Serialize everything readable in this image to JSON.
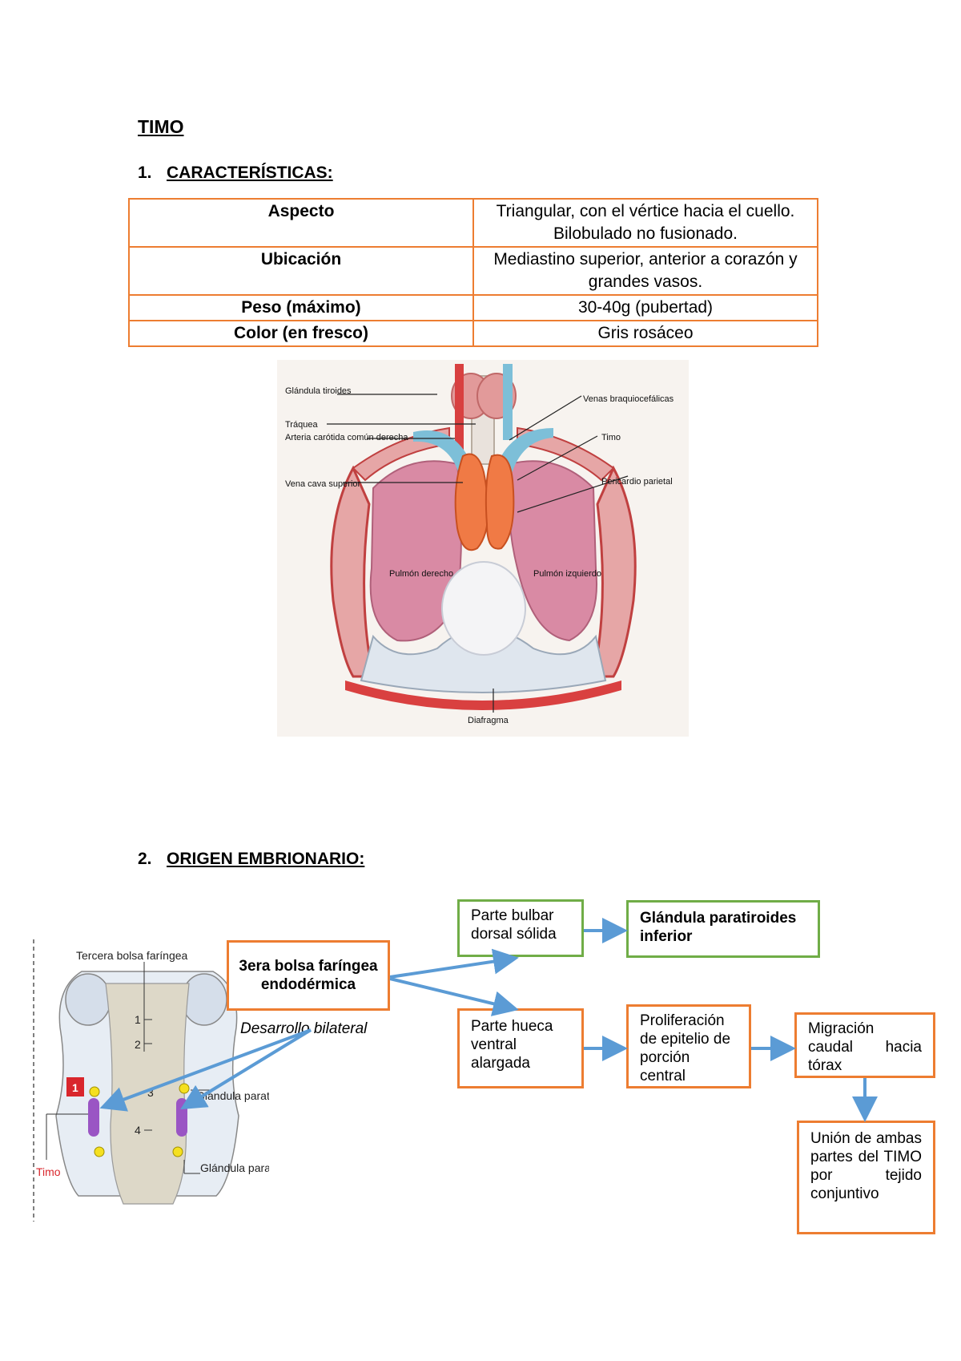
{
  "title": "TIMO",
  "section1": {
    "number": "1.",
    "label": "CARACTERÍSTICAS:"
  },
  "table": {
    "rows": [
      {
        "key": "Aspecto",
        "value": "Triangular, con el vértice hacia el cuello. Bilobulado no fusionado."
      },
      {
        "key": "Ubicación",
        "value": "Mediastino superior, anterior a corazón y grandes vasos."
      },
      {
        "key": "Peso (máximo)",
        "value": "30-40g (pubertad)"
      },
      {
        "key": "Color (en fresco)",
        "value": "Gris rosáceo"
      }
    ]
  },
  "figure1": {
    "labels": {
      "glandula_tiroides": "Glándula tiroides",
      "traquea": "Tráquea",
      "arteria_carotida": "Arteria carótida común derecha",
      "vena_cava": "Vena cava superior",
      "venas_braquio": "Venas braquiocefálicas",
      "timo": "Timo",
      "pericardio": "Pericardio parietal",
      "pulmon_derecho": "Pulmón derecho",
      "pulmon_izquierdo": "Pulmón izquierdo",
      "diafragma": "Diafragma"
    }
  },
  "section2": {
    "number": "2.",
    "label": "ORIGEN EMBRIONARIO:"
  },
  "figure2": {
    "labels": {
      "tercera_bolsa": "Tercera bolsa faríngea",
      "n1": "1",
      "n2": "2",
      "n3": "3",
      "n4": "4",
      "badge": "1",
      "timo": "Timo",
      "para_superior": "Glándula paratiroides superior",
      "para_inferior": "Glándula paratiroides inferior"
    }
  },
  "flow": {
    "origin": "3era bolsa faríngea endodérmica",
    "note": "Desarrollo bilateral",
    "dorsal": "Parte bulbar dorsal sólida",
    "paratiroides": "Glándula paratiroides inferior",
    "ventral": "Parte hueca ventral alargada",
    "proliferacion": "Proliferación de epitelio de porción central",
    "migracion": "Migración caudal hacia tórax",
    "union": "Unión de ambas partes del TIMO por tejido conjuntivo"
  },
  "colors": {
    "orange_border": "#ED7D31",
    "green_border": "#70AD47",
    "arrow_blue": "#5B9BD5"
  }
}
